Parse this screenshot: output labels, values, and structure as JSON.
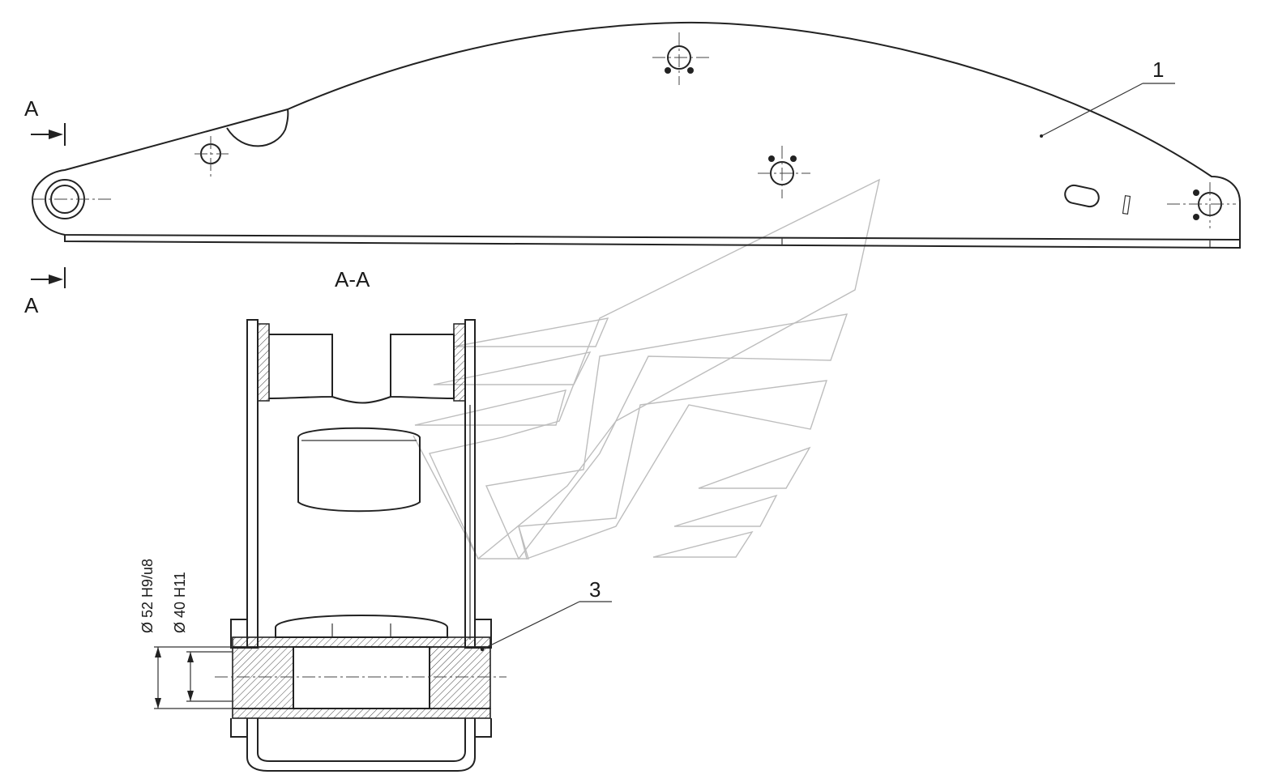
{
  "labels": {
    "section_mark_top": "A",
    "section_mark_bottom": "A",
    "section_title": "A-A",
    "callout_1": "1",
    "callout_3": "3",
    "dim_outer": "Ø 52 H9/u8",
    "dim_inner": "Ø 40 H11"
  },
  "colors": {
    "line": "#222222",
    "watermark": "#bdbdbd",
    "background": "#ffffff"
  },
  "icons": {
    "section_arrow": "section-arrow-icon",
    "watermark": "watermark-logo-icon"
  }
}
